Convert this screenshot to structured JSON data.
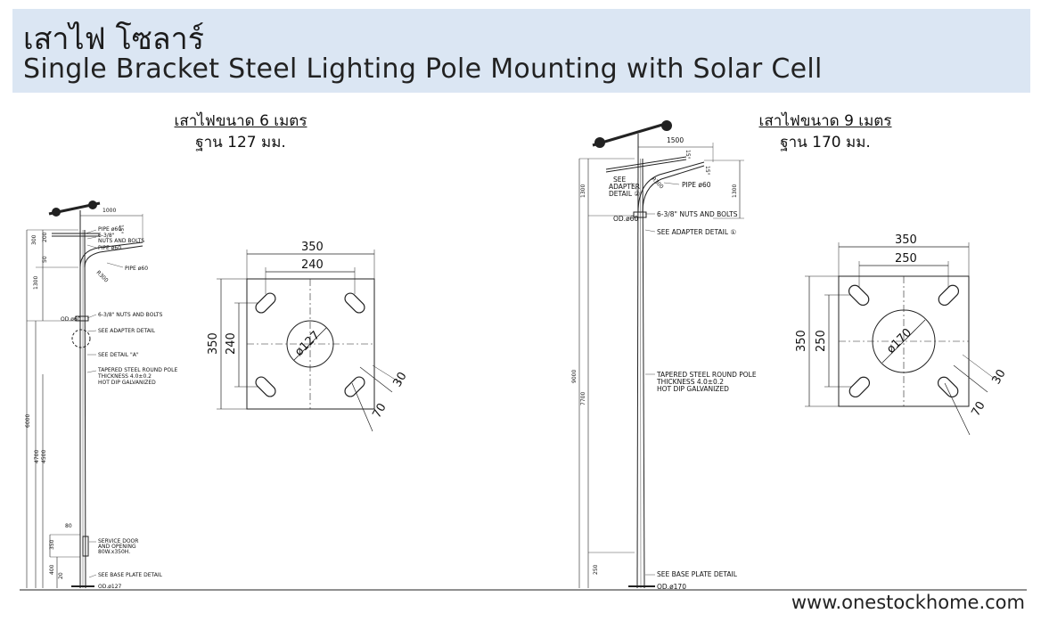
{
  "header": {
    "title_th": "เสาไฟ โซลาร์",
    "title_en": "Single Bracket Steel Lighting Pole Mounting with Solar Cell"
  },
  "pole6": {
    "caption_line1": "เสาไฟขนาด 6 เมตร",
    "caption_line2": "ฐาน 127 มม.",
    "dims": {
      "top_span": "1000",
      "h300": "300",
      "h200": "200",
      "h50": "50",
      "h1300": "1300",
      "h6000": "6000",
      "h4700": "4700",
      "h4500": "4500",
      "h80": "80",
      "h350": "350",
      "h400": "400",
      "h20": "20",
      "slope": "15°",
      "r300": "R300"
    },
    "notes": {
      "pipe60_a": "PIPE ø60",
      "nuts_a": "6-3/8\"",
      "nuts_a2": "NUTS AND BOLTS",
      "pipe60_b": "PIPE ø60",
      "pipe60_c": "PIPE ø60",
      "nuts_b": "6-3/8\" NUTS AND BOLTS",
      "od60": "OD.ø60",
      "adapter": "SEE ADAPTER DETAIL",
      "detail_a": "SEE DETAIL \"A\"",
      "tapered_1": "TAPERED STEEL ROUND POLE",
      "tapered_2": "THICKNESS 4.0±0.2",
      "tapered_3": "HOT DIP GALVANIZED",
      "service_1": "SERVICE DOOR",
      "service_2": "AND OPENING",
      "service_3": "80W.x350H.",
      "base_plate": "SEE BASE PLATE DETAIL",
      "od127": "OD.ø127"
    }
  },
  "plate6": {
    "outer_w": "350",
    "inner_w": "240",
    "outer_h": "350",
    "inner_h": "240",
    "diameter": "ø127",
    "slot_w": "30",
    "slot_l": "70"
  },
  "pole9": {
    "caption_line1": "เสาไฟขนาด 9 เมตร",
    "caption_line2": "ฐาน 170 มม.",
    "dims": {
      "top_span": "1500",
      "h1300_left": "1300",
      "h1300_right": "1300",
      "h9000": "9000",
      "h7700": "7700",
      "h250": "250",
      "slope_a": "15°",
      "slope_b": "15°",
      "r300": "R300"
    },
    "notes": {
      "see_adapter2_1": "SEE",
      "see_adapter2_2": "ADAPTER",
      "see_adapter2_3": "DETAIL ②",
      "pipe60": "PIPE ø60",
      "nuts": "6-3/8\" NUTS AND BOLTS",
      "od60": "OD.ø60",
      "adapter1": "SEE ADAPTER DETAIL ①",
      "tapered_1": "TAPERED STEEL ROUND POLE",
      "tapered_2": "THICKNESS 4.0±0.2",
      "tapered_3": "HOT DIP GALVANIZED",
      "base_plate": "SEE BASE PLATE DETAIL",
      "od170": "OD.ø170"
    }
  },
  "plate9": {
    "outer_w": "350",
    "inner_w": "250",
    "outer_h": "350",
    "inner_h": "250",
    "diameter": "ø170",
    "slot_w": "30",
    "slot_l": "70"
  },
  "footer": {
    "url": "www.onestockhome.com"
  }
}
